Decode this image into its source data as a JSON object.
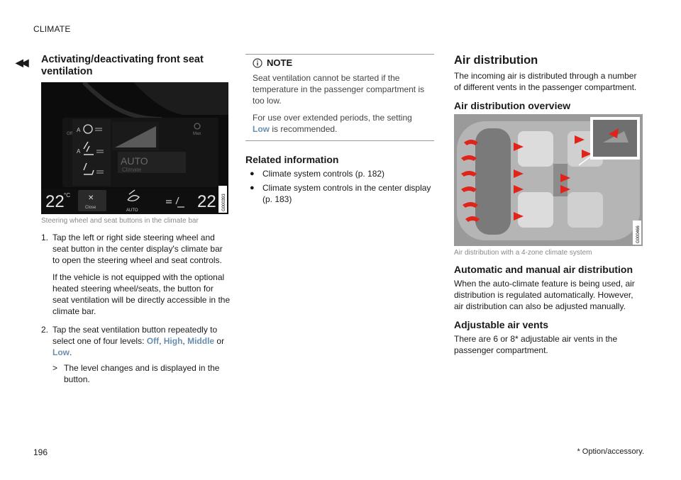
{
  "header": {
    "section": "CLIMATE",
    "back_icon": "double-chevron-left-icon"
  },
  "left": {
    "title": "Activating/deactivating front seat ventilation",
    "figure": {
      "caption": "Steering wheel and seat buttons in the climate bar",
      "screen_left_temp": "22",
      "screen_left_unit": "°C",
      "screen_right_temp": "22",
      "close_label": "Close",
      "auto_label": "AUTO",
      "auto_big": "AUTO",
      "climate_label": "Climate",
      "off_label": "Off",
      "max_label": "Max",
      "a_label_1": "A",
      "a_label_2": "A",
      "code": "G000393"
    },
    "steps": [
      {
        "num": "1.",
        "text": "Tap the left or right side steering wheel and seat button in the center display's climate bar to open the steering wheel and seat controls.",
        "text2": "If the vehicle is not equipped with the optional heated steering wheel/seats, the button for seat ventilation will be directly accessible in the climate bar."
      },
      {
        "num": "2.",
        "text_pre": "Tap the seat ventilation button repeatedly to select one of four levels: ",
        "lvl1": "Off",
        "sep1": ", ",
        "lvl2": "High",
        "sep2": ", ",
        "lvl3": "Middle",
        "sep3": " or ",
        "lvl4": "Low",
        "end": ".",
        "result_marker": ">",
        "result": "The level changes and is displayed in the button."
      }
    ]
  },
  "middle": {
    "note": {
      "icon": "info-circle-icon",
      "title": "NOTE",
      "p1": "Seat ventilation cannot be started if the temperature in the passenger compartment is too low.",
      "p2_pre": "For use over extended periods, the setting ",
      "p2_hl": "Low",
      "p2_post": " is recommended."
    },
    "related": {
      "title": "Related information",
      "items": [
        "Climate system controls (p. 182)",
        "Climate system controls in the center display (p. 183)"
      ]
    }
  },
  "right": {
    "title": "Air distribution",
    "intro": "The incoming air is distributed through a number of different vents in the passenger compartment.",
    "overview_title": "Air distribution overview",
    "figure": {
      "caption": "Air distribution with a 4-zone climate system",
      "code": "G000466"
    },
    "auto_title": "Automatic and manual air distribution",
    "auto_text": "When the auto-climate feature is being used, air distribution is regulated automatically. However, air distribution can also be adjusted manually.",
    "vents_title": "Adjustable air vents",
    "vents_text": "There are 6 or 8* adjustable air vents in the passenger compartment."
  },
  "footer": {
    "page": "196",
    "footnote": "* Option/accessory."
  }
}
